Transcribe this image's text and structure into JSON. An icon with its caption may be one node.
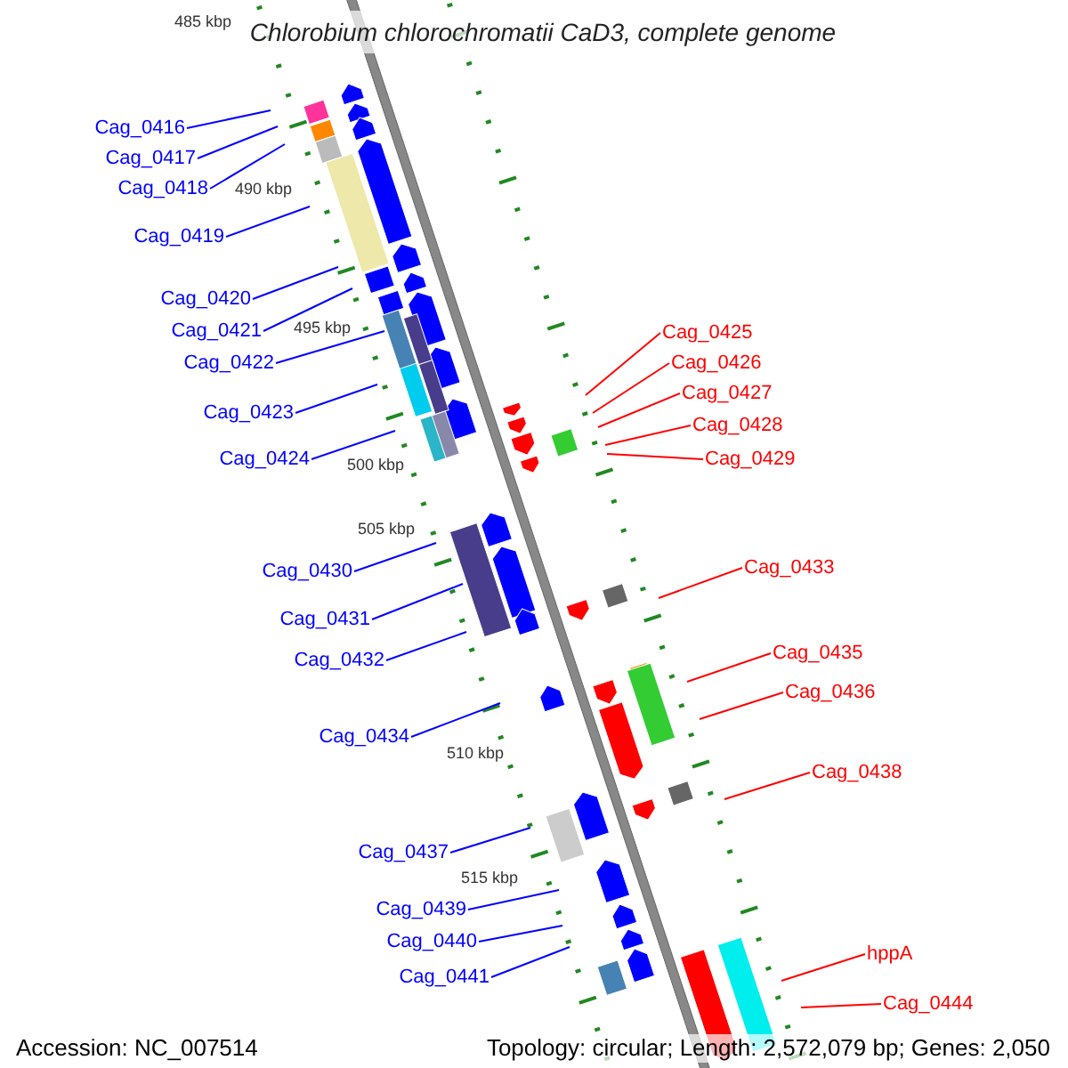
{
  "diagram": {
    "title": "Chlorobium chlorochromatii CaD3, complete genome",
    "nodes": [
      {
        "text": [
          "Cag_0416"
        ]
      },
      {
        "text": [
          "Cag_0417"
        ]
      },
      {
        "text": [
          "Cag_0418"
        ]
      },
      {
        "text": [
          "Cag_0419"
        ]
      },
      {
        "text": [
          "Cag_0420"
        ]
      },
      {
        "text": [
          "Cag_0421"
        ]
      },
      {
        "text": [
          "Cag_0422"
        ]
      },
      {
        "text": [
          "Cag_0423"
        ]
      },
      {
        "text": [
          "Cag_0424"
        ]
      },
      {
        "text": [
          "Cag_0425"
        ]
      },
      {
        "text": [
          "Cag_0426"
        ]
      },
      {
        "text": [
          "Cag_0427"
        ]
      },
      {
        "text": [
          "Cag_0428"
        ]
      },
      {
        "text": [
          "Cag_0429"
        ]
      },
      {
        "text": [
          "Cag_0430"
        ]
      },
      {
        "text": [
          "Cag_0431"
        ]
      },
      {
        "text": [
          "Cag_0432"
        ]
      },
      {
        "text": [
          "Cag_0433"
        ]
      },
      {
        "text": [
          "Cag_0434"
        ]
      },
      {
        "text": [
          "Cag_0435"
        ]
      },
      {
        "text": [
          "Cag_0436"
        ]
      },
      {
        "text": [
          "Cag_0437"
        ]
      },
      {
        "text": [
          "Cag_0438"
        ]
      },
      {
        "text": [
          "Cag_0439"
        ]
      },
      {
        "text": [
          "Cag_0440"
        ]
      },
      {
        "text": [
          "Cag_0441"
        ]
      },
      {
        "text": [
          "hppA"
        ]
      },
      {
        "text": [
          "Cag_0444"
        ]
      }
    ],
    "edges": [
      {
        "from": 0,
        "to": null,
        "arrow": "none"
      },
      {
        "from": 1,
        "to": null,
        "arrow": "none"
      },
      {
        "from": 2,
        "to": null,
        "arrow": "none"
      },
      {
        "from": 3,
        "to": null,
        "arrow": "none"
      },
      {
        "from": 4,
        "to": null,
        "arrow": "none"
      },
      {
        "from": 5,
        "to": null,
        "arrow": "none"
      },
      {
        "from": 6,
        "to": null,
        "arrow": "none"
      },
      {
        "from": 7,
        "to": null,
        "arrow": "none"
      },
      {
        "from": 8,
        "to": null,
        "arrow": "none"
      },
      {
        "from": 9,
        "to": null,
        "arrow": "none",
        "color": "#ff0000"
      },
      {
        "from": 10,
        "to": null,
        "arrow": "none",
        "color": "#ff0000"
      },
      {
        "from": 11,
        "to": null,
        "arrow": "none",
        "color": "#ff0000"
      },
      {
        "from": 12,
        "to": null,
        "arrow": "none",
        "color": "#ff0000"
      },
      {
        "from": 13,
        "to": null,
        "arrow": "none",
        "color": "#ff0000"
      },
      {
        "from": 14,
        "to": null,
        "arrow": "none"
      },
      {
        "from": 15,
        "to": null,
        "arrow": "none"
      },
      {
        "from": 16,
        "to": null,
        "arrow": "none"
      },
      {
        "from": 17,
        "to": null,
        "arrow": "none",
        "color": "#ff0000"
      },
      {
        "from": 18,
        "to": null,
        "arrow": "none"
      },
      {
        "from": 19,
        "to": null,
        "arrow": "none",
        "color": "#ff0000"
      },
      {
        "from": 20,
        "to": null,
        "arrow": "none",
        "color": "#ff0000"
      },
      {
        "from": 21,
        "to": null,
        "arrow": "none"
      },
      {
        "from": 22,
        "to": null,
        "arrow": "none",
        "color": "#ff0000"
      },
      {
        "from": 23,
        "to": null,
        "arrow": "none"
      },
      {
        "from": 24,
        "to": null,
        "arrow": "none"
      },
      {
        "from": 25,
        "to": null,
        "arrow": "none"
      },
      {
        "from": 26,
        "to": null,
        "arrow": "none",
        "color": "#ff0000"
      },
      {
        "from": 27,
        "to": null,
        "arrow": "none",
        "color": "#ff0000"
      }
    ],
    "labels": [
      "485 kbp",
      "490 kbp",
      "495 kbp",
      "500 kbp",
      "505 kbp",
      "510 kbp",
      "515 kbp",
      "Accession: NC_007514",
      "Topology: circular; Length: 2,572,079 bp; Genes: 2,050"
    ]
  }
}
